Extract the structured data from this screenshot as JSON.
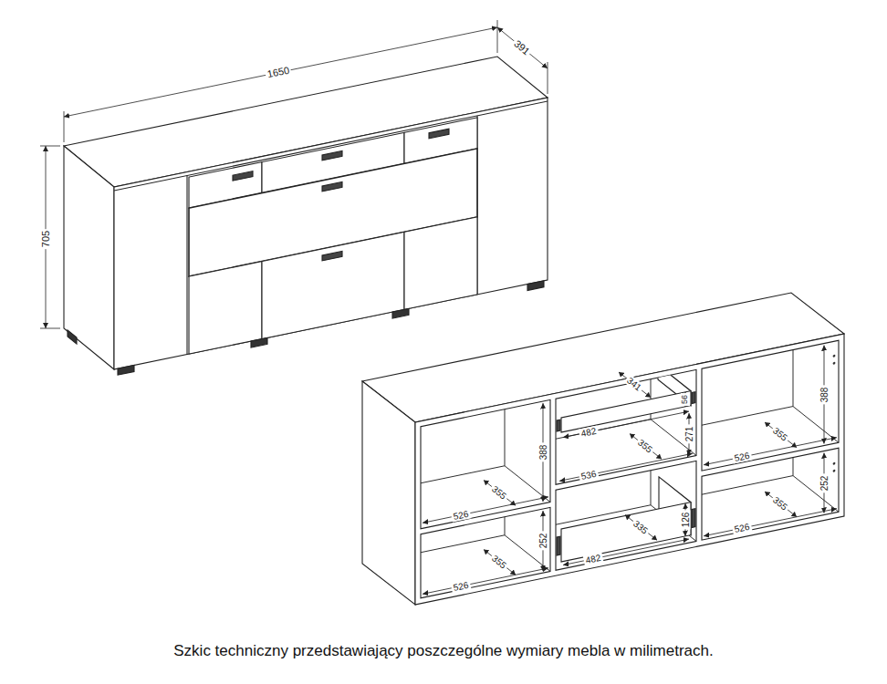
{
  "diagram": {
    "caption": "Szkic techniczny przedstawiający poszczególne wymiary mebla w milimetrach.",
    "labels": [
      "1650",
      "391",
      "705",
      "388",
      "355",
      "526",
      "252",
      "355",
      "526",
      "341",
      "56",
      "482",
      "271",
      "355",
      "536",
      "126",
      "335",
      "482",
      "388",
      "355",
      "526",
      "252",
      "355",
      "526"
    ]
  }
}
